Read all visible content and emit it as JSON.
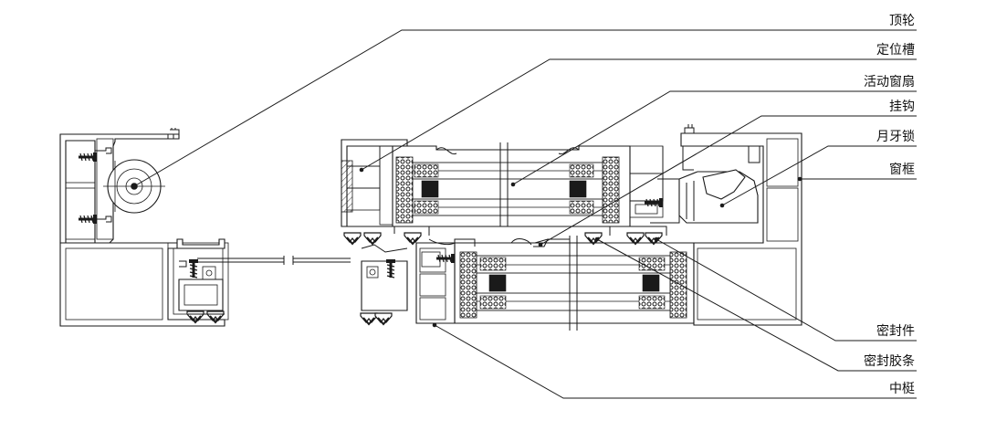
{
  "labels": [
    {
      "id": "top-wheel",
      "text": "顶轮"
    },
    {
      "id": "positioning-groove",
      "text": "定位槽"
    },
    {
      "id": "movable-sash",
      "text": "活动窗扇"
    },
    {
      "id": "hook",
      "text": "挂钩"
    },
    {
      "id": "crescent-lock",
      "text": "月牙锁"
    },
    {
      "id": "window-frame",
      "text": "窗框"
    },
    {
      "id": "seal-piece",
      "text": "密封件"
    },
    {
      "id": "seal-strip",
      "text": "密封胶条"
    },
    {
      "id": "mullion",
      "text": "中梃"
    }
  ],
  "colors": {
    "line": "#1a1a1a",
    "background": "#ffffff",
    "foam_fill": "#2a2a2a"
  },
  "icons": [
    "screw-icon",
    "wheel-icon",
    "gasket-icon",
    "lock-handle-icon"
  ]
}
